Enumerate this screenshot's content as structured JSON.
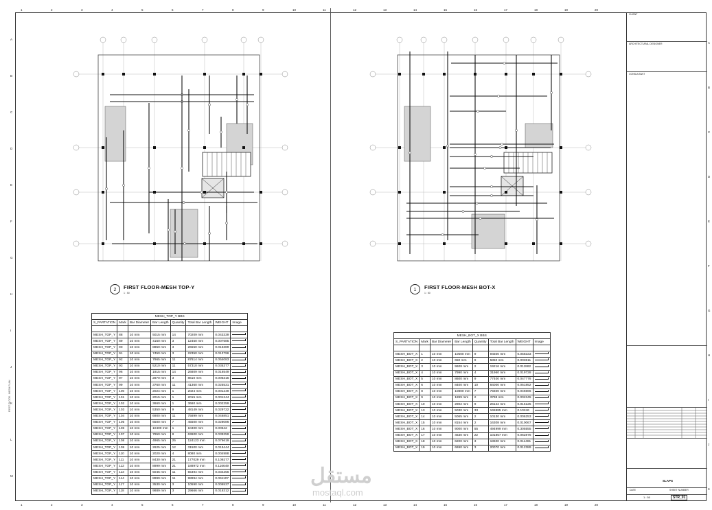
{
  "sheet": {
    "top_grid_numbers": [
      "1",
      "2",
      "3",
      "4",
      "5",
      "6",
      "7",
      "8",
      "9",
      "10",
      "11",
      "12",
      "13",
      "14",
      "15",
      "16",
      "17",
      "18",
      "19",
      "20"
    ],
    "side_grid_letters": [
      "A",
      "B",
      "C",
      "D",
      "E",
      "F",
      "G",
      "H",
      "I",
      "J",
      "K",
      "L",
      "M"
    ],
    "right_grid_letters": [
      "A",
      "B",
      "C",
      "D",
      "E",
      "F",
      "G",
      "H",
      "I",
      "J",
      "K"
    ]
  },
  "views": {
    "left": {
      "number": "2",
      "title": "FIRST FLOOR-MESH TOP-Y",
      "scale": "1 : 50"
    },
    "right": {
      "number": "1",
      "title": "FIRST FLOOR-MESH BOT-X",
      "scale": "1 : 50"
    }
  },
  "schedule_top": {
    "caption": "MESH_TOP_Y  BBS",
    "headers": [
      "S_PARTATION",
      "Mark",
      "Bar Diameter",
      "Bar Length",
      "Quantity",
      "Total Bar Length",
      "WEIGHT",
      "Image"
    ],
    "rows": [
      [
        "MESH_TOP_Y",
        "88",
        "10 mm",
        "5015 mm",
        "14",
        "70209 mm",
        "0.043339"
      ],
      [
        "MESH_TOP_Y",
        "89",
        "10 mm",
        "4150 mm",
        "3",
        "12450 mm",
        "0.007685"
      ],
      [
        "MESH_TOP_Y",
        "90",
        "10 mm",
        "8850 mm",
        "3",
        "26550 mm",
        "0.016389"
      ],
      [
        "MESH_TOP_Y",
        "91",
        "10 mm",
        "7450 mm",
        "3",
        "22350 mm",
        "0.013796"
      ],
      [
        "MESH_TOP_Y",
        "92",
        "10 mm",
        "7965 mm",
        "11",
        "87614 mm",
        "0.054083"
      ],
      [
        "MESH_TOP_Y",
        "93",
        "10 mm",
        "5210 mm",
        "11",
        "57310 mm",
        "0.035377"
      ],
      [
        "MESH_TOP_Y",
        "96",
        "10 mm",
        "1915 mm",
        "14",
        "26809 mm",
        "0.016549"
      ],
      [
        "MESH_TOP_Y",
        "97",
        "10 mm",
        "2870 mm",
        "3",
        "8610 mm",
        "0.005315"
      ],
      [
        "MESH_TOP_Y",
        "99",
        "10 mm",
        "3760 mm",
        "11",
        "41360 mm",
        "0.025531"
      ],
      [
        "MESH_TOP_Y",
        "100",
        "10 mm",
        "2024 mm",
        "1",
        "2024 mm",
        "0.001249"
      ],
      [
        "MESH_TOP_Y",
        "101",
        "10 mm",
        "2015 mm",
        "1",
        "2015 mm",
        "0.001244"
      ],
      [
        "MESH_TOP_Y",
        "102",
        "10 mm",
        "3660 mm",
        "1",
        "3660 mm",
        "0.002259"
      ],
      [
        "MESH_TOP_Y",
        "103",
        "10 mm",
        "5350 mm",
        "9",
        "48149 mm",
        "0.029722"
      ],
      [
        "MESH_TOP_Y",
        "104",
        "10 mm",
        "6900 mm",
        "11",
        "75899 mm",
        "0.046851"
      ],
      [
        "MESH_TOP_Y",
        "105",
        "10 mm",
        "6500 mm",
        "7",
        "45500 mm",
        "0.028086"
      ],
      [
        "MESH_TOP_Y",
        "106",
        "10 mm",
        "10400 mm",
        "1",
        "10400 mm",
        "0.00642"
      ],
      [
        "MESH_TOP_Y",
        "107",
        "10 mm",
        "7950 mm",
        "8",
        "63600 mm",
        "0.039259"
      ],
      [
        "MESH_TOP_Y",
        "108",
        "10 mm",
        "4965 mm",
        "25",
        "124123 mm",
        "0.076619"
      ],
      [
        "MESH_TOP_Y",
        "109",
        "10 mm",
        "2625 mm",
        "12",
        "31500 mm",
        "0.019444"
      ],
      [
        "MESH_TOP_Y",
        "110",
        "10 mm",
        "2020 mm",
        "4",
        "8080 mm",
        "0.004988"
      ],
      [
        "MESH_TOP_Y",
        "111",
        "10 mm",
        "8430 mm",
        "21",
        "177029 mm",
        "0.109277"
      ],
      [
        "MESH_TOP_Y",
        "112",
        "10 mm",
        "8999 mm",
        "21",
        "188972 mm",
        "0.116649"
      ],
      [
        "MESH_TOP_Y",
        "113",
        "10 mm",
        "5045 mm",
        "11",
        "55494 mm",
        "0.034256"
      ],
      [
        "MESH_TOP_Y",
        "114",
        "10 mm",
        "8999 mm",
        "11",
        "98994 mm",
        "0.061107"
      ],
      [
        "MESH_TOP_Y",
        "117",
        "10 mm",
        "3530 mm",
        "3",
        "10590 mm",
        "0.006537"
      ],
      [
        "MESH_TOP_Y",
        "118",
        "10 mm",
        "9889 mm",
        "3",
        "29666 mm",
        "0.018312"
      ]
    ]
  },
  "schedule_bot": {
    "caption": "MESH_BOT_X  BBS",
    "headers": [
      "S_PARTATION",
      "Mark",
      "Bar Diameter",
      "Bar Length",
      "Quantity",
      "Total Bar Length",
      "WEIGHT",
      "Image"
    ],
    "rows": [
      [
        "MESH_BOT_X",
        "1",
        "10 mm",
        "10500 mm",
        "9",
        "94500 mm",
        "0.058333"
      ],
      [
        "MESH_BOT_X",
        "2",
        "10 mm",
        "650 mm",
        "9",
        "5850 mm",
        "0.003611"
      ],
      [
        "MESH_BOT_X",
        "3",
        "10 mm",
        "9608 mm",
        "2",
        "19216 mm",
        "0.011862"
      ],
      [
        "MESH_BOT_X",
        "4",
        "10 mm",
        "7990 mm",
        "4",
        "31960 mm",
        "0.019728"
      ],
      [
        "MESH_BOT_X",
        "5",
        "10 mm",
        "8600 mm",
        "9",
        "77400 mm",
        "0.047778"
      ],
      [
        "MESH_BOT_X",
        "6",
        "10 mm",
        "8400 mm",
        "10",
        "84000 mm",
        "0.051852"
      ],
      [
        "MESH_BOT_X",
        "8",
        "10 mm",
        "10800 mm",
        "7",
        "75600 mm",
        "0.046666"
      ],
      [
        "MESH_BOT_X",
        "9",
        "10 mm",
        "1899 mm",
        "2",
        "3798 mm",
        "0.002345"
      ],
      [
        "MESH_BOT_X",
        "10",
        "10 mm",
        "2902 mm",
        "9",
        "26122 mm",
        "0.016125"
      ],
      [
        "MESH_BOT_X",
        "13",
        "10 mm",
        "5030 mm",
        "33",
        "165985 mm",
        "0.10246"
      ],
      [
        "MESH_BOT_X",
        "14",
        "10 mm",
        "5065 mm",
        "2",
        "10130 mm",
        "0.006253"
      ],
      [
        "MESH_BOT_X",
        "15",
        "10 mm",
        "8154 mm",
        "2",
        "16308 mm",
        "0.010067"
      ],
      [
        "MESH_BOT_X",
        "16",
        "10 mm",
        "9000 mm",
        "55",
        "494999 mm",
        "0.305555"
      ],
      [
        "MESH_BOT_X",
        "17",
        "10 mm",
        "4630 mm",
        "22",
        "101857 mm",
        "0.062875"
      ],
      [
        "MESH_BOT_X",
        "18",
        "10 mm",
        "6200 mm",
        "3",
        "18600 mm",
        "0.011481"
      ],
      [
        "MESH_BOT_X",
        "19",
        "10 mm",
        "6690 mm",
        "3",
        "20070 mm",
        "0.012389"
      ]
    ]
  },
  "title_block": {
    "client_label": "CLIENT",
    "architect_label": "ARCHITECTURAL DESIGNER",
    "consultant_label": "CONSULTANT",
    "sheet_name": "SLAPS",
    "sheet_number": "STR_01",
    "scale": "1 : 50",
    "sheet_label": "SHEET NUMBER",
    "date_label": "DATE"
  },
  "watermark": {
    "arabic": "مستقل",
    "latin": "mostaql.com"
  }
}
